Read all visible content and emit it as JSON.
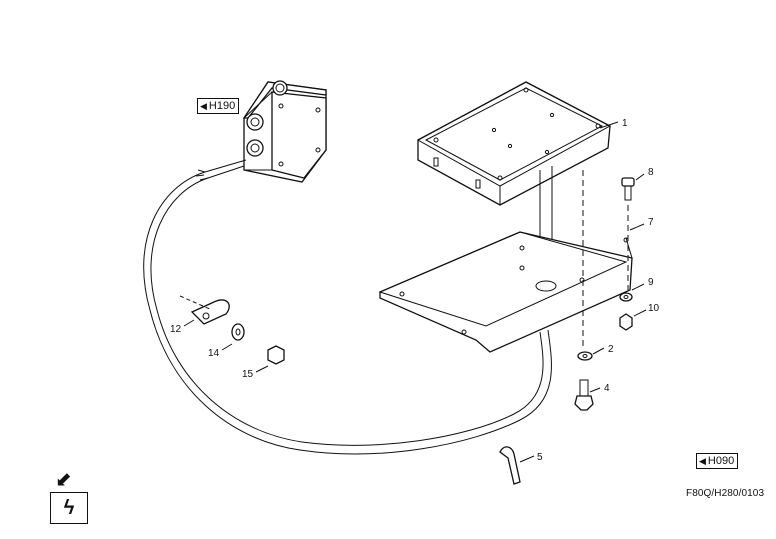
{
  "references": {
    "h190": "H190",
    "h090": "H090"
  },
  "drawing_code": "F80Q/H280/0103",
  "callouts": [
    "1",
    "2",
    "4",
    "5",
    "7",
    "8",
    "9",
    "10",
    "12",
    "14",
    "15"
  ],
  "icons": {
    "electric": "lightning-bolt-icon",
    "section_arrow": "arrow-down-left-icon"
  }
}
